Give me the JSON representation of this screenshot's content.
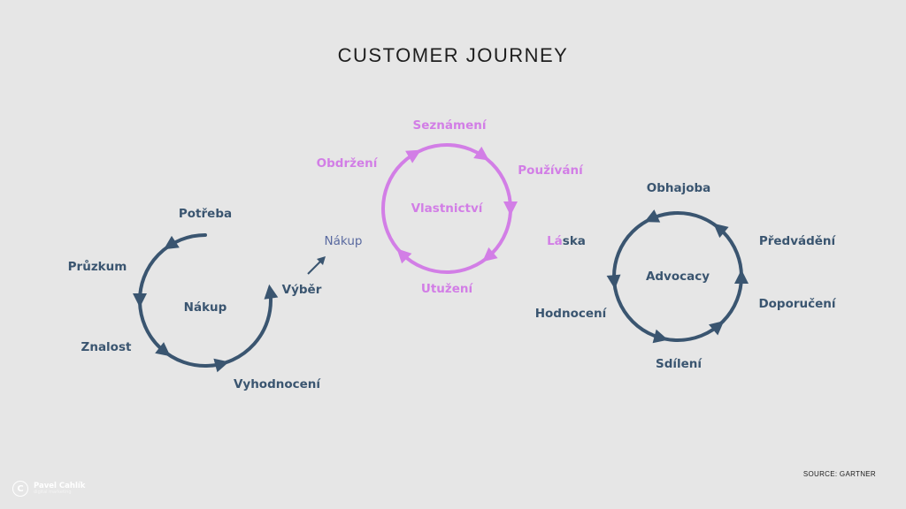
{
  "title": "CUSTOMER JOURNEY",
  "colors": {
    "background": "#e6e6e6",
    "dark": "#3a5570",
    "pink": "#d27ee6",
    "title": "#1e1e1e"
  },
  "cycles": {
    "purchase": {
      "center": "Nákup",
      "stages": [
        "Potřeba",
        "Průzkum",
        "Znalost",
        "Vyhodnocení",
        "Výběr"
      ]
    },
    "transition": {
      "label": "Nákup"
    },
    "ownership": {
      "center": "Vlastnictví",
      "stages": [
        "Seznámení",
        "Používání",
        "Utužení",
        "Obdržení"
      ]
    },
    "love": {
      "label_part1": "Lá",
      "label_part2": "ska"
    },
    "advocacy": {
      "center": "Advocacy",
      "stages": [
        "Obhajoba",
        "Předvádění",
        "Doporučení",
        "Sdílení",
        "Hodnocení"
      ]
    }
  },
  "source": "SOURCE: GARTNER",
  "brand": {
    "mark": "C",
    "name": "Pavel Cahlík",
    "subtitle": "digital marketing"
  }
}
